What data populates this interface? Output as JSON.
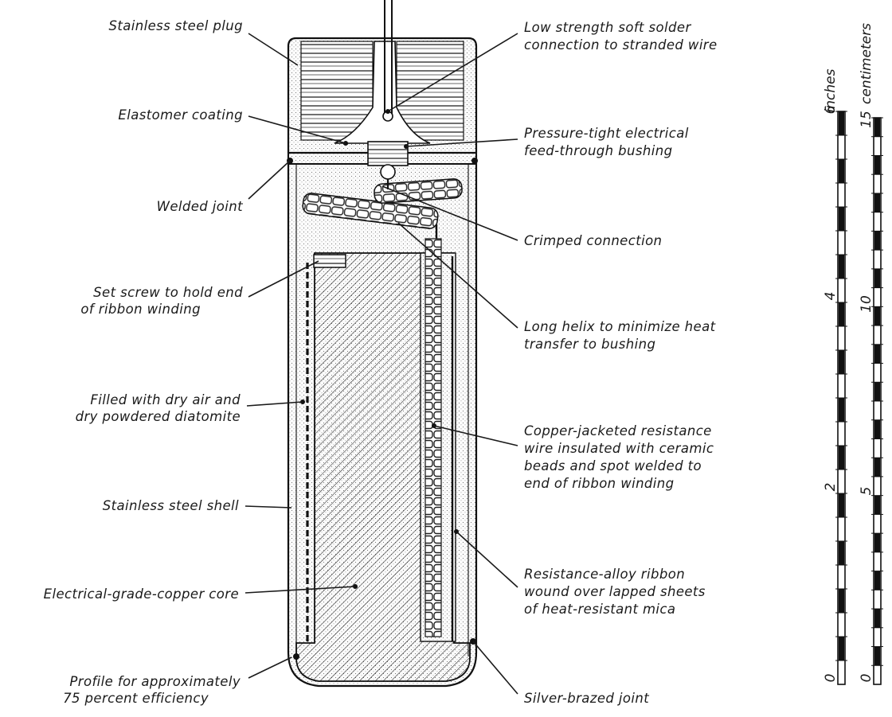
{
  "labels": {
    "stainless_plug": "Stainless steel plug",
    "elastomer": "Elastomer coating",
    "welded_joint": "Welded joint",
    "set_screw_1": "Set screw to hold end",
    "set_screw_2": "of ribbon winding",
    "filled_1": "Filled with dry air and",
    "filled_2": "dry powdered diatomite",
    "shell": "Stainless steel shell",
    "core": "Electrical-grade-copper core",
    "profile_1": "Profile for approximately",
    "profile_2": "75 percent efficiency",
    "solder_1": "Low strength soft solder",
    "solder_2": "connection to stranded wire",
    "bushing_1": "Pressure-tight electrical",
    "bushing_2": "feed-through bushing",
    "crimped": "Crimped connection",
    "helix_1": "Long helix to minimize heat",
    "helix_2": "transfer to bushing",
    "wire_1": "Copper-jacketed resistance",
    "wire_2": "wire insulated with ceramic",
    "wire_3": "beads and spot welded to",
    "wire_4": "end of ribbon winding",
    "ribbon_1": "Resistance-alloy ribbon",
    "ribbon_2": "wound over lapped sheets",
    "ribbon_3": "of heat-resistant mica",
    "brazed": "Silver-brazed joint"
  },
  "scale": {
    "inches_title": "inches",
    "cm_title": "centimeters",
    "inch_ticks": [
      "0",
      "2",
      "4",
      "6"
    ],
    "cm_ticks": [
      "0",
      "5",
      "10",
      "15"
    ]
  }
}
